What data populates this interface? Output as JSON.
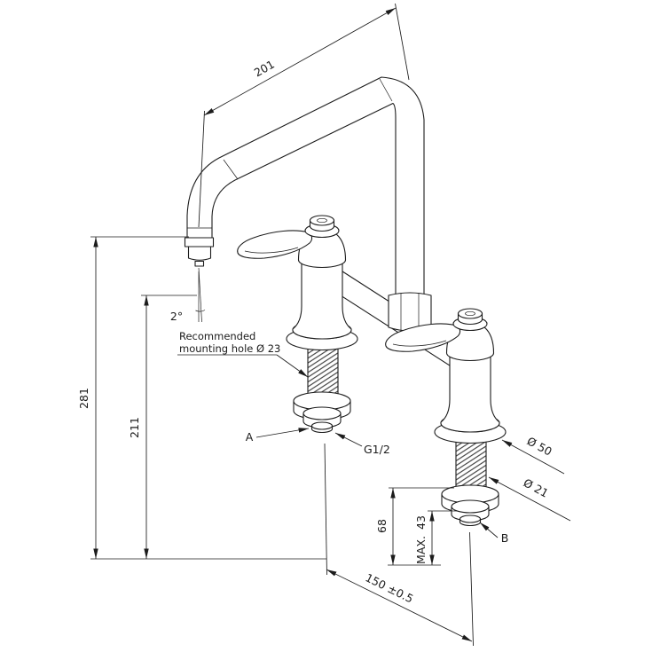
{
  "page": {
    "background": "#ffffff",
    "ink": "#1c1c1c"
  },
  "labels": {
    "spout_reach": "201",
    "total_height": "281",
    "outlet_height": "211",
    "outlet_angle": "2°",
    "note_line1": "Recommended",
    "note_line2": "mounting hole Ø 23",
    "ref_a": "A",
    "thread_size": "G1/2",
    "flange_diameter": "Ø 50",
    "shank_diameter": "Ø 21",
    "under_deck_length": "68",
    "max_label": "MAX.",
    "max_deck_thickness": "43",
    "hole_centres": "150 ±0.5",
    "ref_b": "B"
  }
}
